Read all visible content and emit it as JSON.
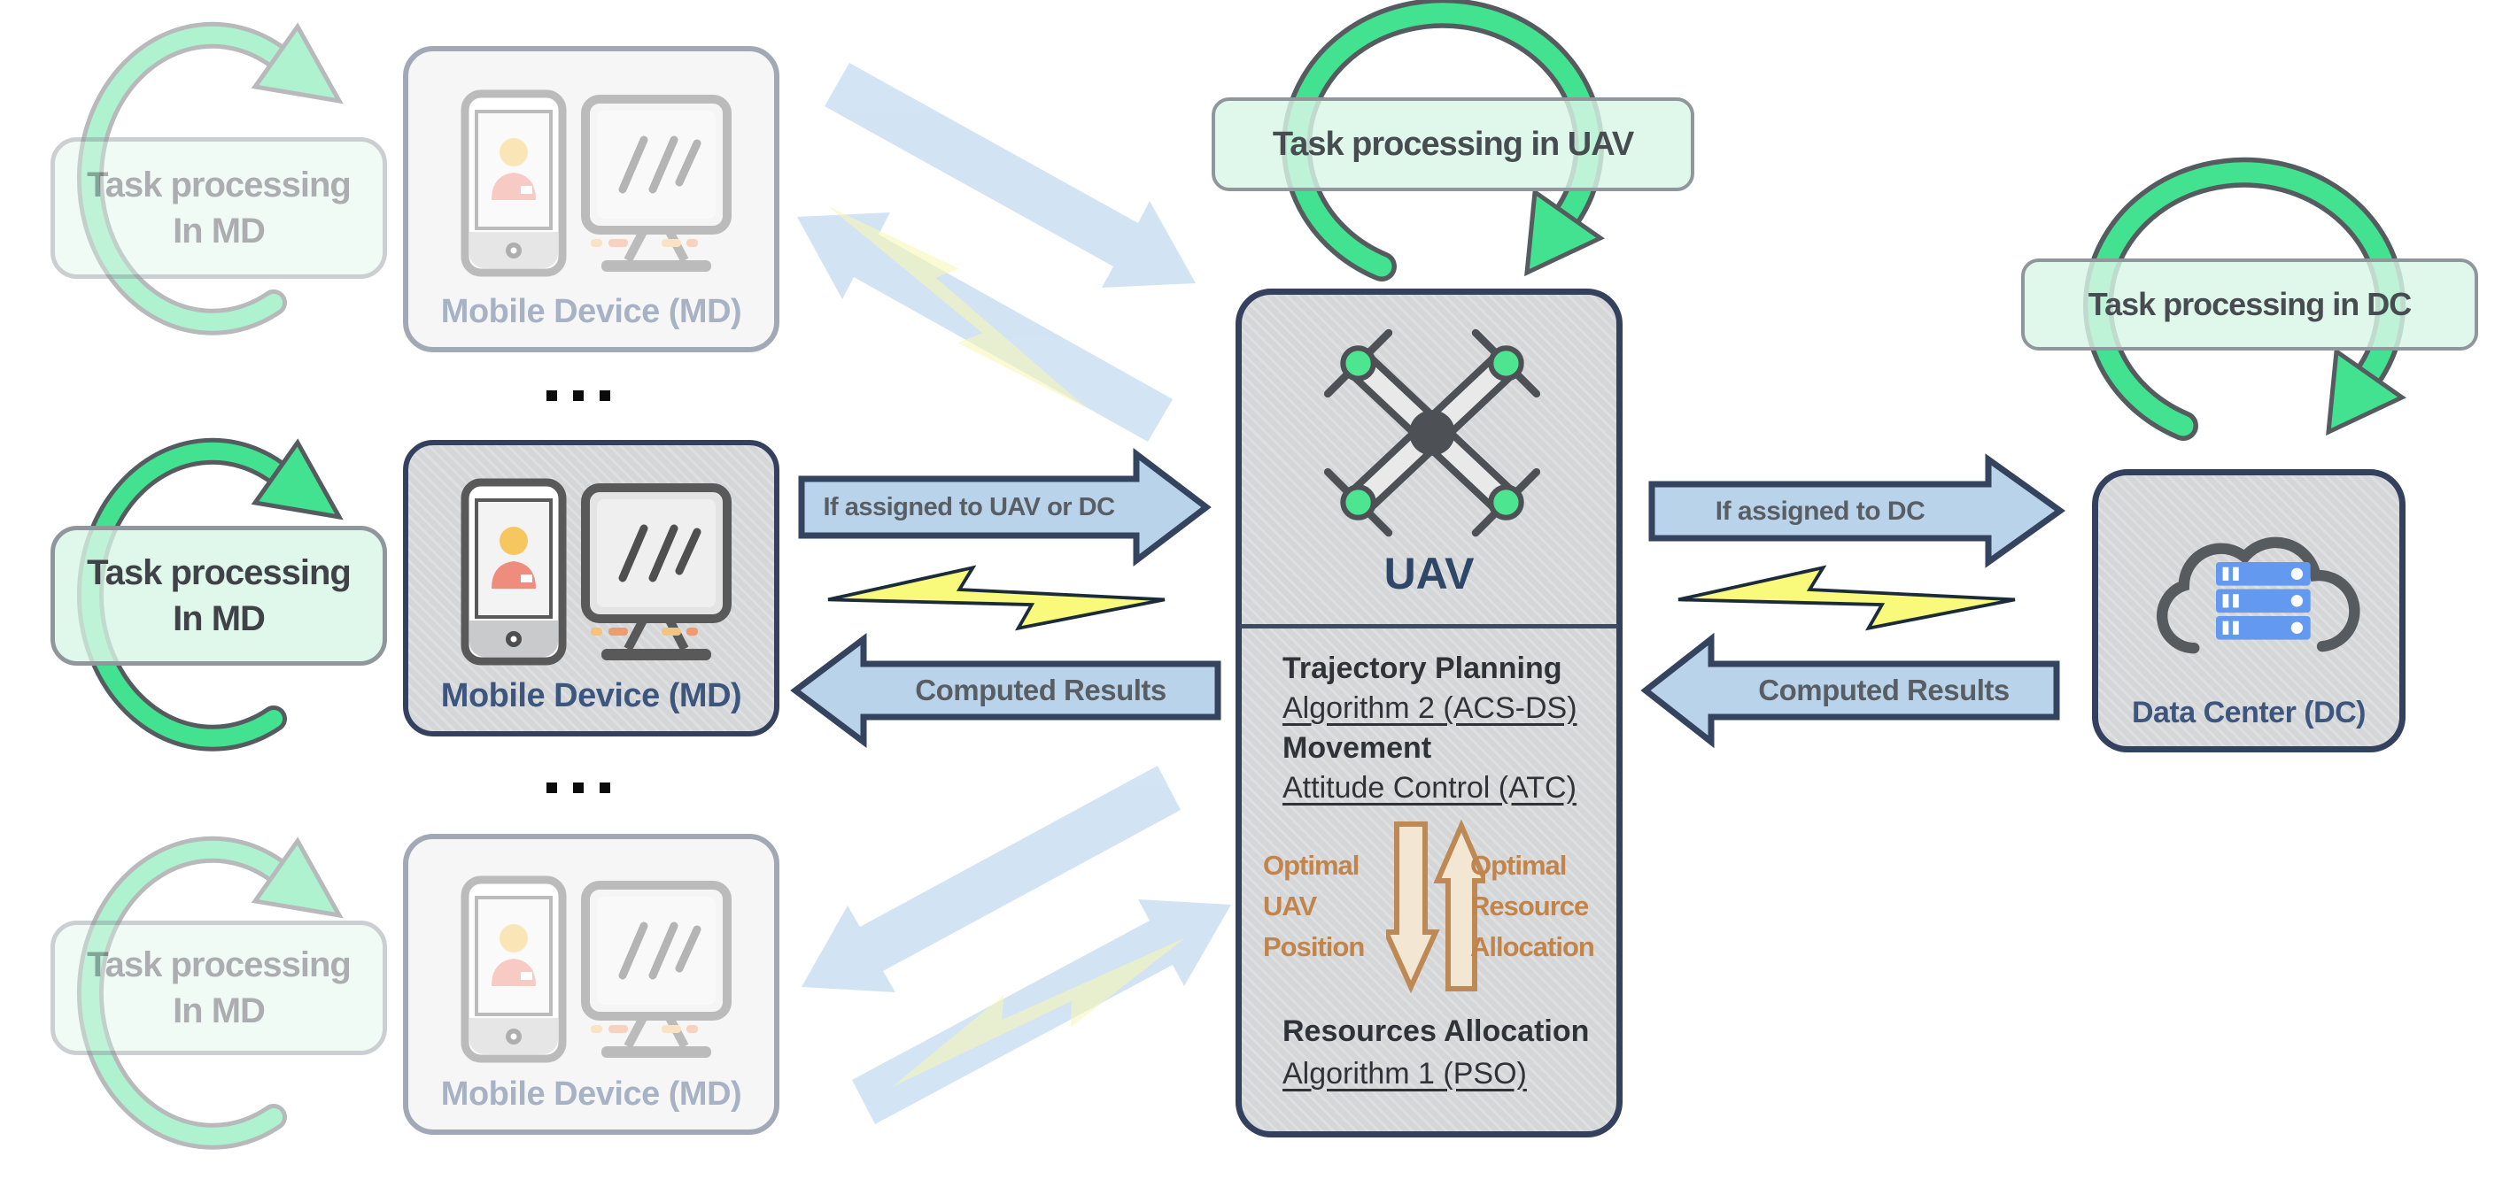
{
  "figure": {
    "md_label": "Mobile Device (MD)",
    "uav_label": "UAV",
    "dc_label": "Data Center (DC)",
    "ellipsis": "...",
    "badge_md": {
      "line1": "Task processing",
      "line2": "In MD"
    },
    "badge_uav": "Task processing in UAV",
    "badge_dc": "Task processing in DC",
    "uav_details": {
      "trajectory_title": "Trajectory Planning",
      "trajectory_algo": "Algorithm 2 (ACS-DS)",
      "movement_title": "Movement",
      "movement_algo": "Attitude Control (ATC)",
      "optimal_left": [
        "Optimal",
        "UAV",
        "Position"
      ],
      "optimal_right": [
        "Optimal",
        "Resource",
        "Allocation"
      ],
      "resources_title": "Resources Allocation",
      "resources_algo": "Algorithm 1 (PSO)"
    },
    "arrows": {
      "md_to_uav": "If assigned to UAV or DC",
      "uav_to_md": "Computed Results",
      "uav_to_dc": "If assigned to DC",
      "dc_to_uav": "Computed Results"
    },
    "colors": {
      "loop_green": "#43e290",
      "loop_outline": "#565b60",
      "badge_mint": "#d9f7e7",
      "box_gray": "#d5d6d8",
      "border_navy": "#33415f",
      "label_navy": "#3d567e",
      "arrow_blue": "#b9d4ea",
      "arrow_border": "#34435e",
      "bolt_yellow": "#f9f97c",
      "accent_tan": "#c1854c",
      "server_blue": "#639af0"
    }
  }
}
